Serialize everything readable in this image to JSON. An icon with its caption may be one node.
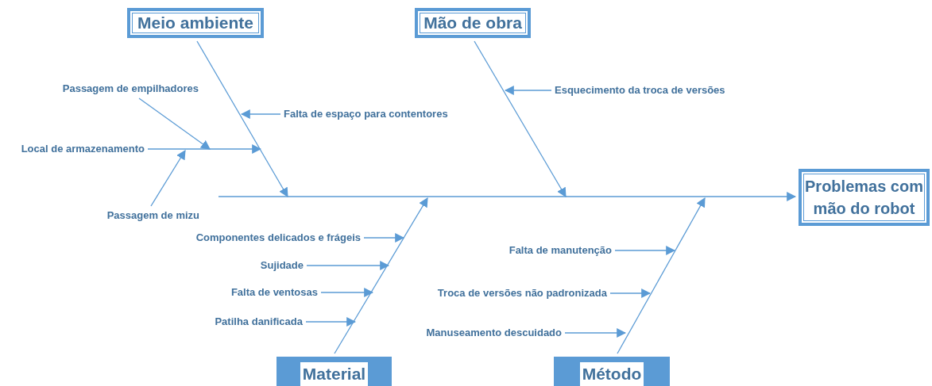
{
  "diagram": {
    "nodes": [
      {
        "text": [
          "Meio ambiente"
        ]
      },
      {
        "text": [
          "Mão de obra"
        ]
      },
      {
        "text": [
          "Problemas com mão do robot"
        ]
      },
      {
        "text": [
          "Material"
        ]
      },
      {
        "text": [
          "Método"
        ]
      },
      {
        "text": [
          "Passagem de empilhadores"
        ]
      },
      {
        "text": [
          "Falta de espaço para contentores"
        ]
      },
      {
        "text": [
          "Local de armazenamento"
        ]
      },
      {
        "text": [
          "Passagem de mizu"
        ]
      },
      {
        "text": [
          "Esquecimento da troca de versões"
        ]
      },
      {
        "text": [
          "Componentes delicados e frágeis"
        ]
      },
      {
        "text": [
          "Sujidade"
        ]
      },
      {
        "text": [
          "Falta de ventosas"
        ]
      },
      {
        "text": [
          "Patilha danificada"
        ]
      },
      {
        "text": [
          "Falta de manutenção"
        ]
      },
      {
        "text": [
          "Troca de versões não padronizada"
        ]
      },
      {
        "text": [
          "Manuseamento descuidado"
        ]
      }
    ],
    "edges": [
      {
        "from": null,
        "to": 2,
        "arrow": "to"
      },
      {
        "from": 0,
        "to": null,
        "arrow": "to"
      },
      {
        "from": 1,
        "to": null,
        "arrow": "to"
      },
      {
        "from": 3,
        "to": null,
        "arrow": "to"
      },
      {
        "from": 4,
        "to": null,
        "arrow": "to"
      },
      {
        "from": 5,
        "to": null,
        "arrow": "to"
      },
      {
        "from": 6,
        "to": null,
        "arrow": "to"
      },
      {
        "from": 7,
        "to": null,
        "arrow": "to"
      },
      {
        "from": 8,
        "to": null,
        "arrow": "to"
      },
      {
        "from": 9,
        "to": null,
        "arrow": "to"
      },
      {
        "from": 10,
        "to": null,
        "arrow": "to"
      },
      {
        "from": 11,
        "to": null,
        "arrow": "to"
      },
      {
        "from": 12,
        "to": null,
        "arrow": "to"
      },
      {
        "from": 13,
        "to": null,
        "arrow": "to"
      },
      {
        "from": 14,
        "to": null,
        "arrow": "to"
      },
      {
        "from": 15,
        "to": null,
        "arrow": "to"
      },
      {
        "from": 16,
        "to": null,
        "arrow": "to"
      }
    ]
  }
}
